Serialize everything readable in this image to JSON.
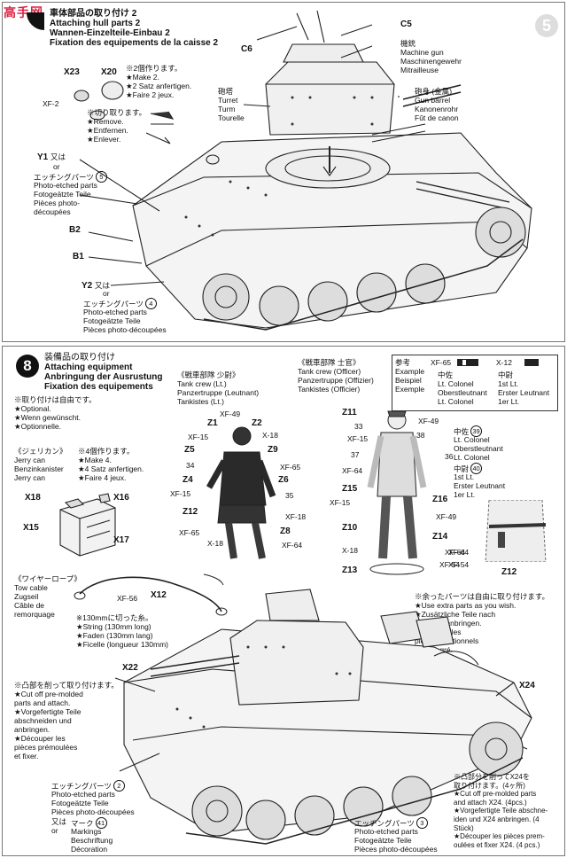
{
  "watermark": "高手网",
  "step7": {
    "title_lines": [
      "車体部品の取り付け 2",
      "Attaching hull parts 2",
      "Wannen-Einzelteile-Einbau 2",
      "Fixation des equipements de la caisse 2"
    ],
    "part_C5": "C5",
    "part_C6": "C6",
    "mg_lines": [
      "機銃",
      "Machine gun",
      "Maschinengewehr",
      "Mitrailleuse"
    ],
    "turret_lines": [
      "砲塔",
      "Turret",
      "Turm",
      "Tourelle"
    ],
    "barrel_lines": [
      "砲身 (金属)",
      "Gun barrel",
      "Kanonenrohr",
      "Fût de canon"
    ],
    "x23": "X23",
    "x20": "X20",
    "make_lines": [
      "※2個作ります。",
      "★Make 2.",
      "★2 Satz anfertigen.",
      "★Faire 2 jeux."
    ],
    "xf2": "XF-2",
    "remove_lines": [
      "※切り取ります。",
      "★Remove.",
      "★Entfernen.",
      "★Enlever."
    ],
    "y1": "Y1",
    "y1_or": "又は",
    "y1_or2": "or",
    "etch5_jp": "エッチングパーツ",
    "etch5_num": "5",
    "etch5_lines": [
      "Photo-etched parts",
      "Fotogeätzte Teile",
      "Pièces photo-",
      "découpées"
    ],
    "b2": "B2",
    "b1": "B1",
    "y2": "Y2",
    "y2_or": "又は",
    "y2_or2": "or",
    "etch4_jp": "エッチングパーツ",
    "etch4_num": "4",
    "etch4_lines": [
      "Photo-etched parts",
      "Fotogeätzte Teile",
      "Pièces photo-découpées"
    ],
    "page_num": "5"
  },
  "step8": {
    "number": "8",
    "title_lines": [
      "装備品の取り付け",
      "Attaching equipment",
      "Anbringung der Ausrustung",
      "Fixation des equipements"
    ],
    "optional_lines": [
      "※取り付けは自由です。",
      "★Optional.",
      "★Wenn gewünscht.",
      "★Optionnelle."
    ],
    "jerry_lines": [
      "《ジェリカン》",
      "Jerry can",
      "Benzinkanister",
      "Jerry can"
    ],
    "jerry_make_lines": [
      "※4個作ります。",
      "★Make 4.",
      "★4 Satz anfertigen.",
      "★Faire 4 jeux."
    ],
    "x18": "X18",
    "x16": "X16",
    "x15": "X15",
    "x17": "X17",
    "wire_lines": [
      "《ワイヤーロープ》",
      "Tow cable",
      "Zugseil",
      "Câble de",
      "remorquage"
    ],
    "xf56": "XF-56",
    "x12": "X12",
    "string_lines": [
      "※130mmに切った糸。",
      "★String (130mm long)",
      "★Faden (130mm lang)",
      "★Ficelle (longueur 130mm)"
    ],
    "crew_lt_lines": [
      "《戦車部隊 少尉》",
      "Tank crew (Lt.)",
      "Panzertruppe (Leutnant)",
      "Tankistes (Lt.)"
    ],
    "crew_off_lines": [
      "《戦車部隊 士官》",
      "Tank crew (Officer)",
      "Panzertruppe (Offizier)",
      "Tankistes (Officier)"
    ],
    "example_lines": [
      "参考",
      "Example",
      "Beispiel",
      "Exemple"
    ],
    "rank_colonel": [
      "中佐",
      "Lt. Colonel",
      "Oberstleutnant",
      "Lt. Colonel"
    ],
    "rank_lt": [
      "中尉",
      "1st Lt.",
      "Erster Leutnant",
      "1er Lt."
    ],
    "ex_xf65": "XF-65",
    "ex_x12": "X-12",
    "fig1_labels": [
      "XF-49",
      "Z1",
      "Z2",
      "XF-15",
      "X-18",
      "Z5",
      "Z9",
      "34",
      "XF-65",
      "Z4",
      "Z6",
      "XF-15",
      "35",
      "Z12",
      "XF-18",
      "XF-65",
      "Z8",
      "X-18",
      "XF-64"
    ],
    "fig2_labels": [
      "Z11",
      "XF-49",
      "33",
      "XF-15",
      "38",
      "37",
      "36",
      "XF-64",
      "Z15",
      "XF-15",
      "Z16",
      "XF-49",
      "Z10",
      "X-18",
      "Z14",
      "XF-64",
      "XF-54",
      "Z13"
    ],
    "badge_colonel_lines": [
      "中佐",
      "Lt. Colonel",
      "Oberstleutnant",
      "Lt. Colonel"
    ],
    "badge_colonel_num": "39",
    "badge_lt_lines": [
      "中尉",
      "1st Lt.",
      "Erster Leutnant",
      "1er Lt."
    ],
    "badge_lt_num": "40",
    "inset": {
      "xf64": "XF-64",
      "xf54": "XF-54",
      "z12": "Z12"
    },
    "extra_lines": [
      "※余ったパーツは自由に取り付けます。",
      "★Use extra parts as you wish.",
      "★Zusätzliche Teile nach",
      "Belieben anbringen.",
      "★Apposer les",
      "pièces additionnels",
      "à votre gré."
    ],
    "x22": "X22",
    "x24": "X24",
    "cutoff_lines": [
      "※凸部を削って取り付けます。",
      "★Cut off pre-molded",
      "parts and attach.",
      "★Vorgefertigte Teile",
      "abschneiden und",
      "anbringen.",
      "★Découper les",
      "pièces prémoulées",
      "et fixer."
    ],
    "etch2_jp": "エッチングパーツ",
    "etch2_num": "2",
    "etch2_lines": [
      "Photo-etched parts",
      "Fotogeätzte Teile",
      "Pièces photo-découpées"
    ],
    "mark_or": "又は",
    "mark_or2": "or",
    "mark_jp": "マーク",
    "mark_num": "41",
    "mark_lines": [
      "Markings",
      "Beschriftung",
      "Décoration"
    ],
    "etch3_jp": "エッチングパーツ",
    "etch3_num": "3",
    "etch3_lines": [
      "Photo-etched parts",
      "Fotogeätzte Teile",
      "Pièces photo-découpées"
    ],
    "x24_lines": [
      "※凸部分を削ってX24を",
      "取り付けます。(4ヶ所)",
      "★Cut off pre-molded parts",
      "and attach X24. (4pcs.)",
      "★Vorgefertigte Teile abschne-",
      "iden und X24 anbringen. (4",
      "Stück)",
      "★Découper les pièces prem-",
      "oulées et fixer X24. (4 pcs.)"
    ]
  }
}
